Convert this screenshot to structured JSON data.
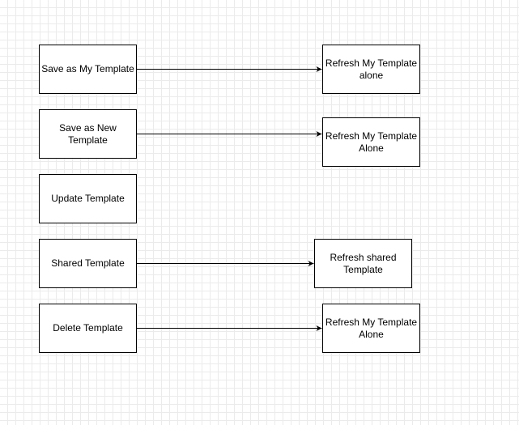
{
  "diagram": {
    "actions": [
      {
        "id": "save-my",
        "label": "Save as My Template"
      },
      {
        "id": "save-new",
        "label": "Save as New\nTemplate"
      },
      {
        "id": "update",
        "label": "Update Template"
      },
      {
        "id": "shared",
        "label": "Shared Template"
      },
      {
        "id": "delete",
        "label": "Delete Template"
      }
    ],
    "results": [
      {
        "id": "refresh-1",
        "label": "Refresh My Template\nalone"
      },
      {
        "id": "refresh-2",
        "label": "Refresh My Template\nAlone"
      },
      {
        "id": "refresh-3",
        "label": "Refresh shared\nTemplate"
      },
      {
        "id": "refresh-4",
        "label": "Refresh My Template\nAlone"
      }
    ],
    "edges": [
      {
        "from": "save-my",
        "to": "refresh-1"
      },
      {
        "from": "save-new",
        "to": "refresh-2"
      },
      {
        "from": "shared",
        "to": "refresh-3"
      },
      {
        "from": "delete",
        "to": "refresh-4"
      }
    ]
  }
}
